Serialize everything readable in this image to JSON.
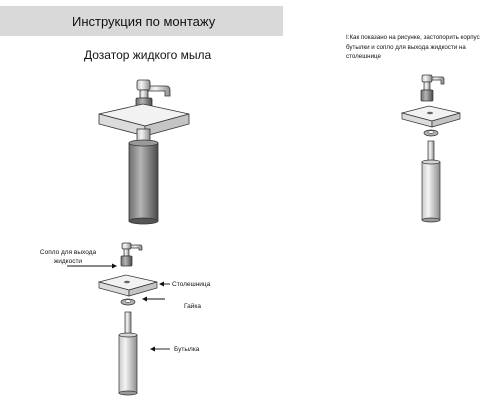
{
  "header": {
    "title": "Инструкция по монтажу"
  },
  "subtitle": "Дозатор жидкого мыла",
  "note": "I:Как показано на рисунке, застопорить корпус\nбутылки и сопло для выхода жидкости на\nстолешнице",
  "labels": {
    "nozzle": "Сопло для выхода\nжидкости",
    "countertop": "Столешница",
    "nut": "Гайка",
    "bottle": "Бутылка"
  }
}
